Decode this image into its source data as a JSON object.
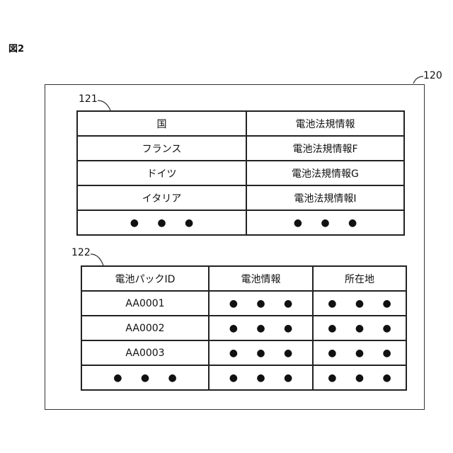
{
  "figure_label": "図2",
  "refs": {
    "outer": "120",
    "table1": "121",
    "table2": "122"
  },
  "table1": {
    "headers": [
      "国",
      "電池法規情報"
    ],
    "rows": [
      [
        "フランス",
        "電池法規情報F"
      ],
      [
        "ドイツ",
        "電池法規情報G"
      ],
      [
        "イタリア",
        "電池法規情報I"
      ],
      [
        "● ● ●",
        "● ● ●"
      ]
    ]
  },
  "table2": {
    "headers": [
      "電池パックID",
      "電池情報",
      "所在地"
    ],
    "rows": [
      [
        "AA0001",
        "● ● ●",
        "● ● ●"
      ],
      [
        "AA0002",
        "● ● ●",
        "● ● ●"
      ],
      [
        "AA0003",
        "● ● ●",
        "● ● ●"
      ],
      [
        "● ● ●",
        "● ● ●",
        "● ● ●"
      ]
    ]
  }
}
